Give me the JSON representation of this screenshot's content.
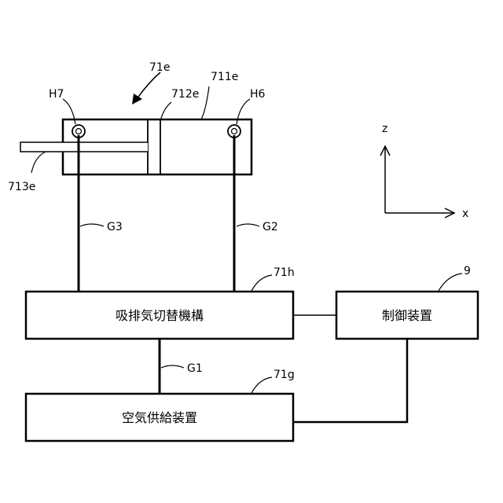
{
  "labels": {
    "assembly": "71e",
    "cylinder": "711e",
    "piston": "712e",
    "rod": "713e",
    "port_left": "H7",
    "port_right": "H6",
    "line_left": "G3",
    "line_right": "G2",
    "line_supply": "G1",
    "switch_ref": "71h",
    "supply_ref": "71g",
    "control_ref": "9"
  },
  "boxes": {
    "switching": "吸排気切替機構",
    "control": "制御装置",
    "supply": "空気供給装置"
  },
  "axes": {
    "z": "z",
    "x": "x"
  }
}
